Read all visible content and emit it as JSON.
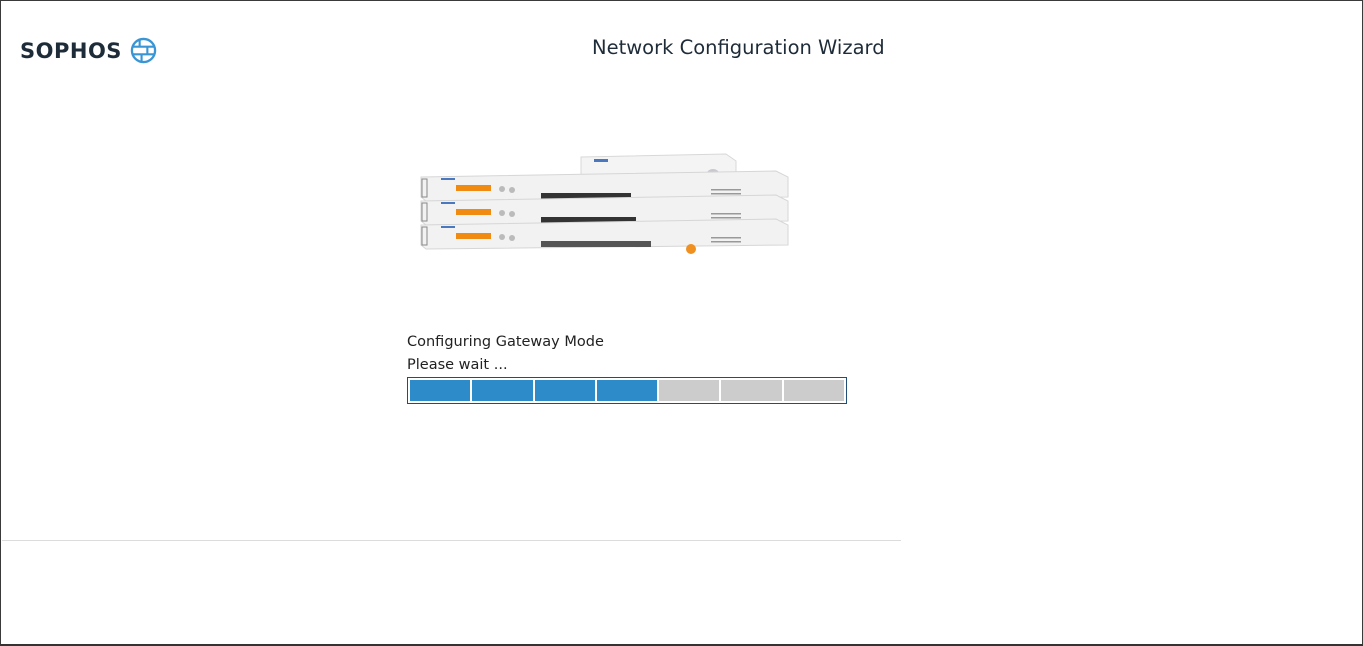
{
  "header": {
    "logo_text": "SOPHOS",
    "title": "Network Configuration Wizard"
  },
  "product_image": {
    "alt": "Sophos appliance rack units"
  },
  "status": {
    "line1": "Configuring Gateway Mode",
    "line2": "Please wait ..."
  },
  "progress": {
    "total_segments": 7,
    "filled_segments": 4,
    "percent": 57,
    "filled_color": "#2e8bc9",
    "empty_color": "#cccccc",
    "border_color": "#1f4e79"
  },
  "colors": {
    "brand_text": "#1e2b38",
    "brand_icon": "#3a95d4"
  }
}
